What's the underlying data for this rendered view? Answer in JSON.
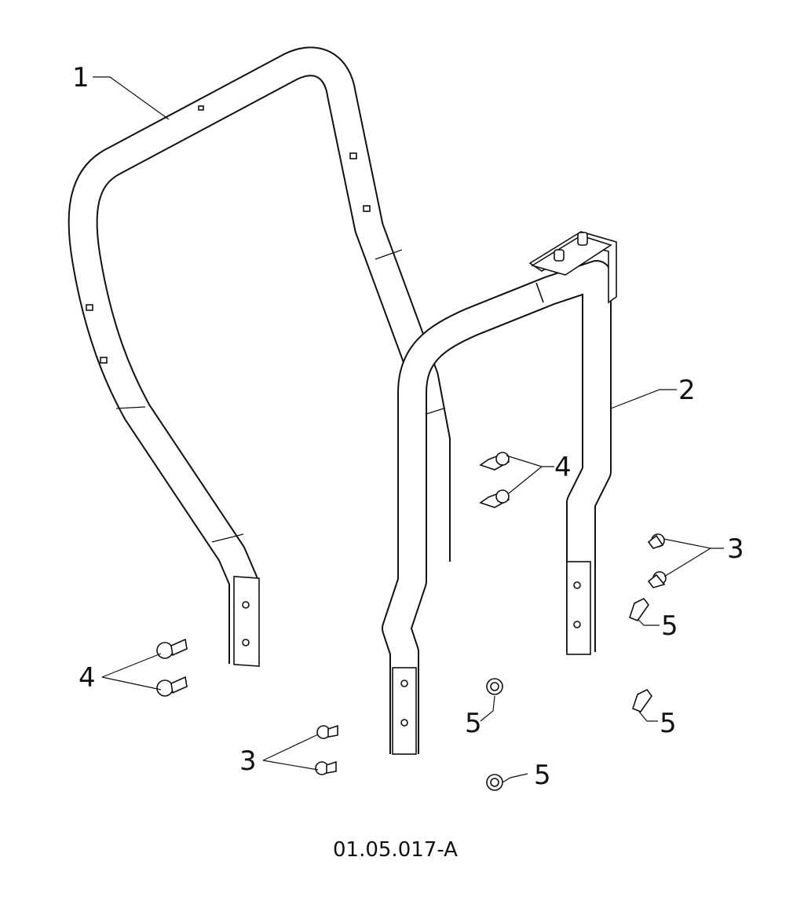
{
  "callouts": {
    "c1": "1",
    "c2": "2",
    "c3a": "3",
    "c3b": "3",
    "c4a": "4",
    "c4b": "4",
    "c5a": "5",
    "c5b": "5",
    "c5c": "5",
    "c5d": "5"
  },
  "drawing_code": "01.05.017-A",
  "colors": {
    "ink": "#111111",
    "background": "#ffffff"
  }
}
